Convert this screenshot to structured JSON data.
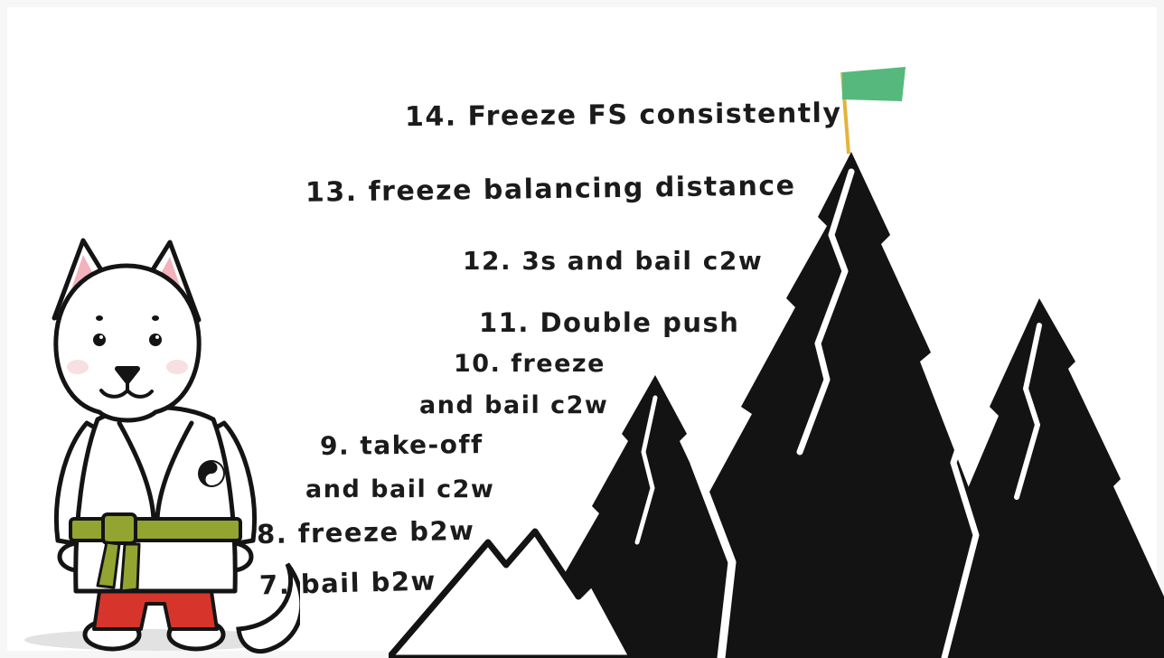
{
  "colors": {
    "background": "#ffffff",
    "ink": "#131313",
    "text": "#1b1b1b",
    "flag_green": "#56b87c",
    "pole_gold": "#e3b33c",
    "belt_green": "#93a431",
    "pants_red": "#d7352b",
    "ear_pink": "#f2b3bd",
    "shadow_gray": "#e2e2e2"
  },
  "steps": {
    "s14": "14. Freeze FS consistently",
    "s13": "13. freeze balancing distance",
    "s12": "12. 3s and bail c2w",
    "s11": "11. Double push",
    "s10a": "10. freeze",
    "s10b": "and bail c2w",
    "s9a": "9. take-off",
    "s9b": "and bail c2w",
    "s8": "8. freeze b2w",
    "s7": "7. bail b2w"
  },
  "illustration": {
    "dog": "white-dog-in-karate-gi-with-green-belt",
    "mountain": "black-mountain-silhouette-with-summit-flag"
  }
}
